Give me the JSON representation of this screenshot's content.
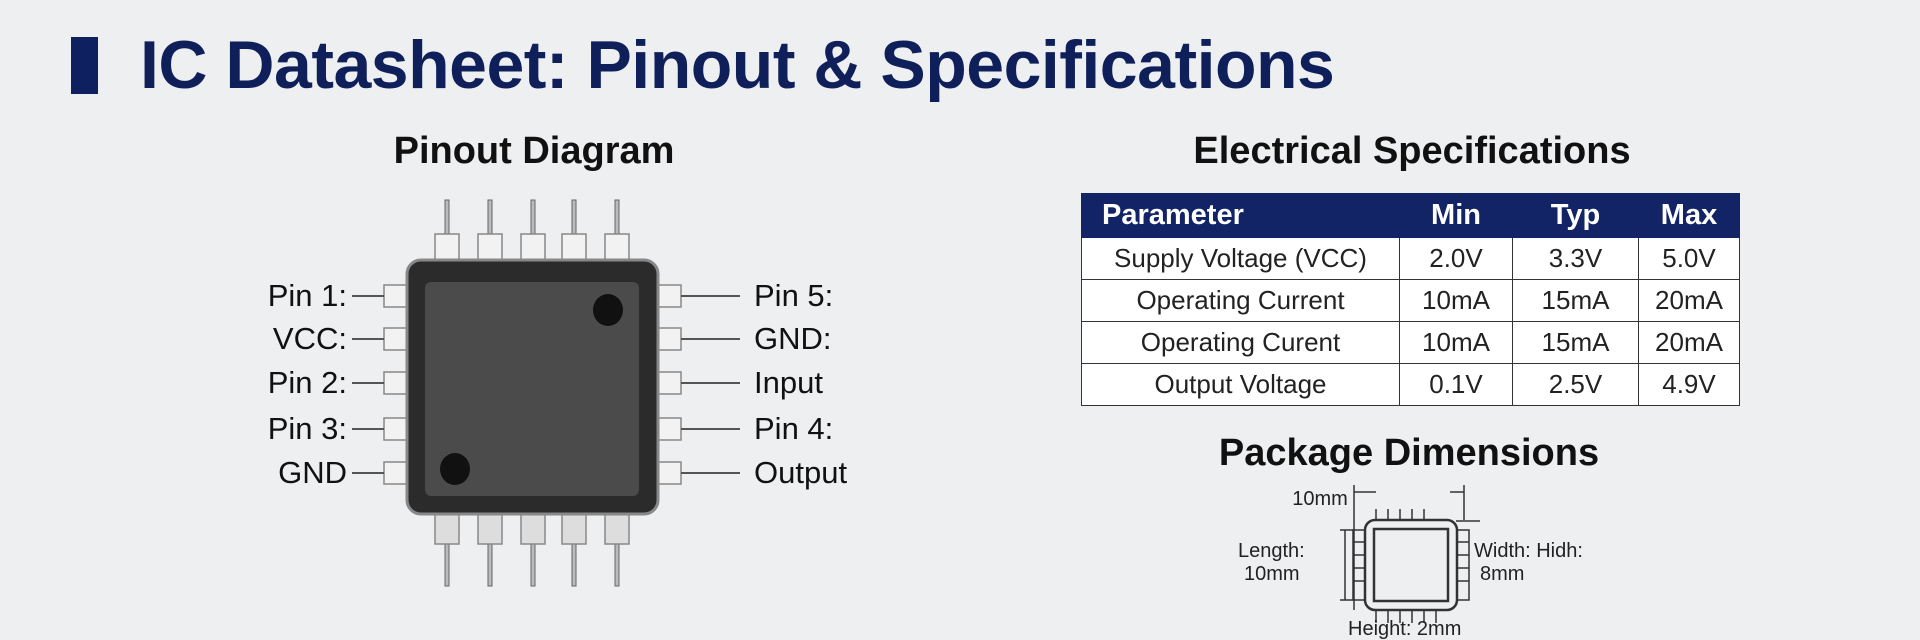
{
  "title": "IC Datasheet: Pinout & Specifications",
  "pinout": {
    "heading": "Pinout Diagram",
    "left_labels": [
      "Pin 1:",
      "VCC:",
      "Pin 2:",
      "Pin 3:",
      "GND"
    ],
    "right_labels": [
      "Pin 5:",
      "GND:",
      "Input",
      "Pin 4:",
      "Output"
    ]
  },
  "specs": {
    "heading": "Electrical Specifications",
    "columns": [
      "Parameter",
      "Min",
      "Typ",
      "Max"
    ],
    "rows": [
      [
        "Supply Voltage (VCC)",
        "2.0V",
        "3.3V",
        "5.0V"
      ],
      [
        "Operating Current",
        "10mA",
        "15mA",
        "20mA"
      ],
      [
        "Operating Curent",
        "10mA",
        "15mA",
        "20mA"
      ],
      [
        "Output Voltage",
        "0.1V",
        "2.5V",
        "4.9V"
      ]
    ]
  },
  "package": {
    "heading": "Package Dimensions",
    "top_dim": "10mm",
    "length_label": "Length:",
    "length_value": "10mm",
    "width_label": "Width: Hidh:",
    "width_value": "8mm",
    "height_label": "Height: 2mm"
  },
  "colors": {
    "accent": "#0f1f5a",
    "header_bg": "#122466",
    "chip_body": "#2b2b2b",
    "chip_inner": "#4a4a4a"
  }
}
